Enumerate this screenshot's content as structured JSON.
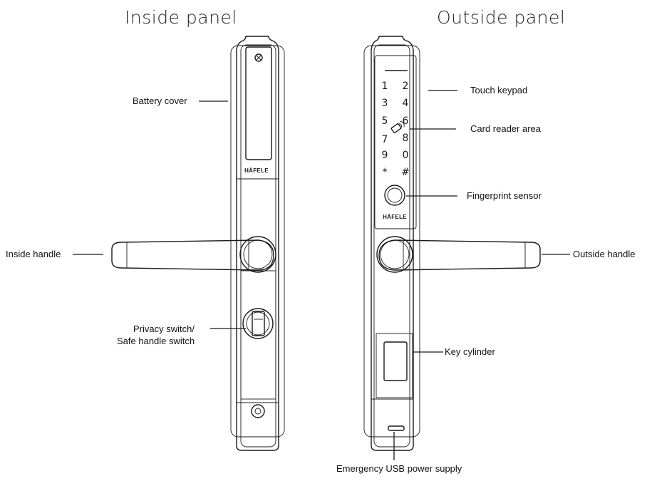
{
  "titles": {
    "inside": "Inside  panel",
    "outside": "Outside  panel"
  },
  "brand": "HÄFELE",
  "keypad_keys": [
    "1",
    "2",
    "3",
    "4",
    "5",
    "6",
    "7",
    "8",
    "9",
    "0",
    "*",
    "#"
  ],
  "labels": {
    "battery_cover": "Battery cover",
    "inside_handle": "Inside handle",
    "privacy_switch_1": "Privacy switch/",
    "privacy_switch_2": "Safe handle switch",
    "touch_keypad": "Touch keypad",
    "card_reader": "Card reader area",
    "fingerprint": "Fingerprint sensor",
    "outside_handle": "Outside handle",
    "key_cylinder": "Key cylinder",
    "usb": "Emergency USB power supply"
  },
  "icons": [
    "screw-icon",
    "card-reader-icon",
    "fingerprint-sensor-icon",
    "keyhole-icon"
  ]
}
